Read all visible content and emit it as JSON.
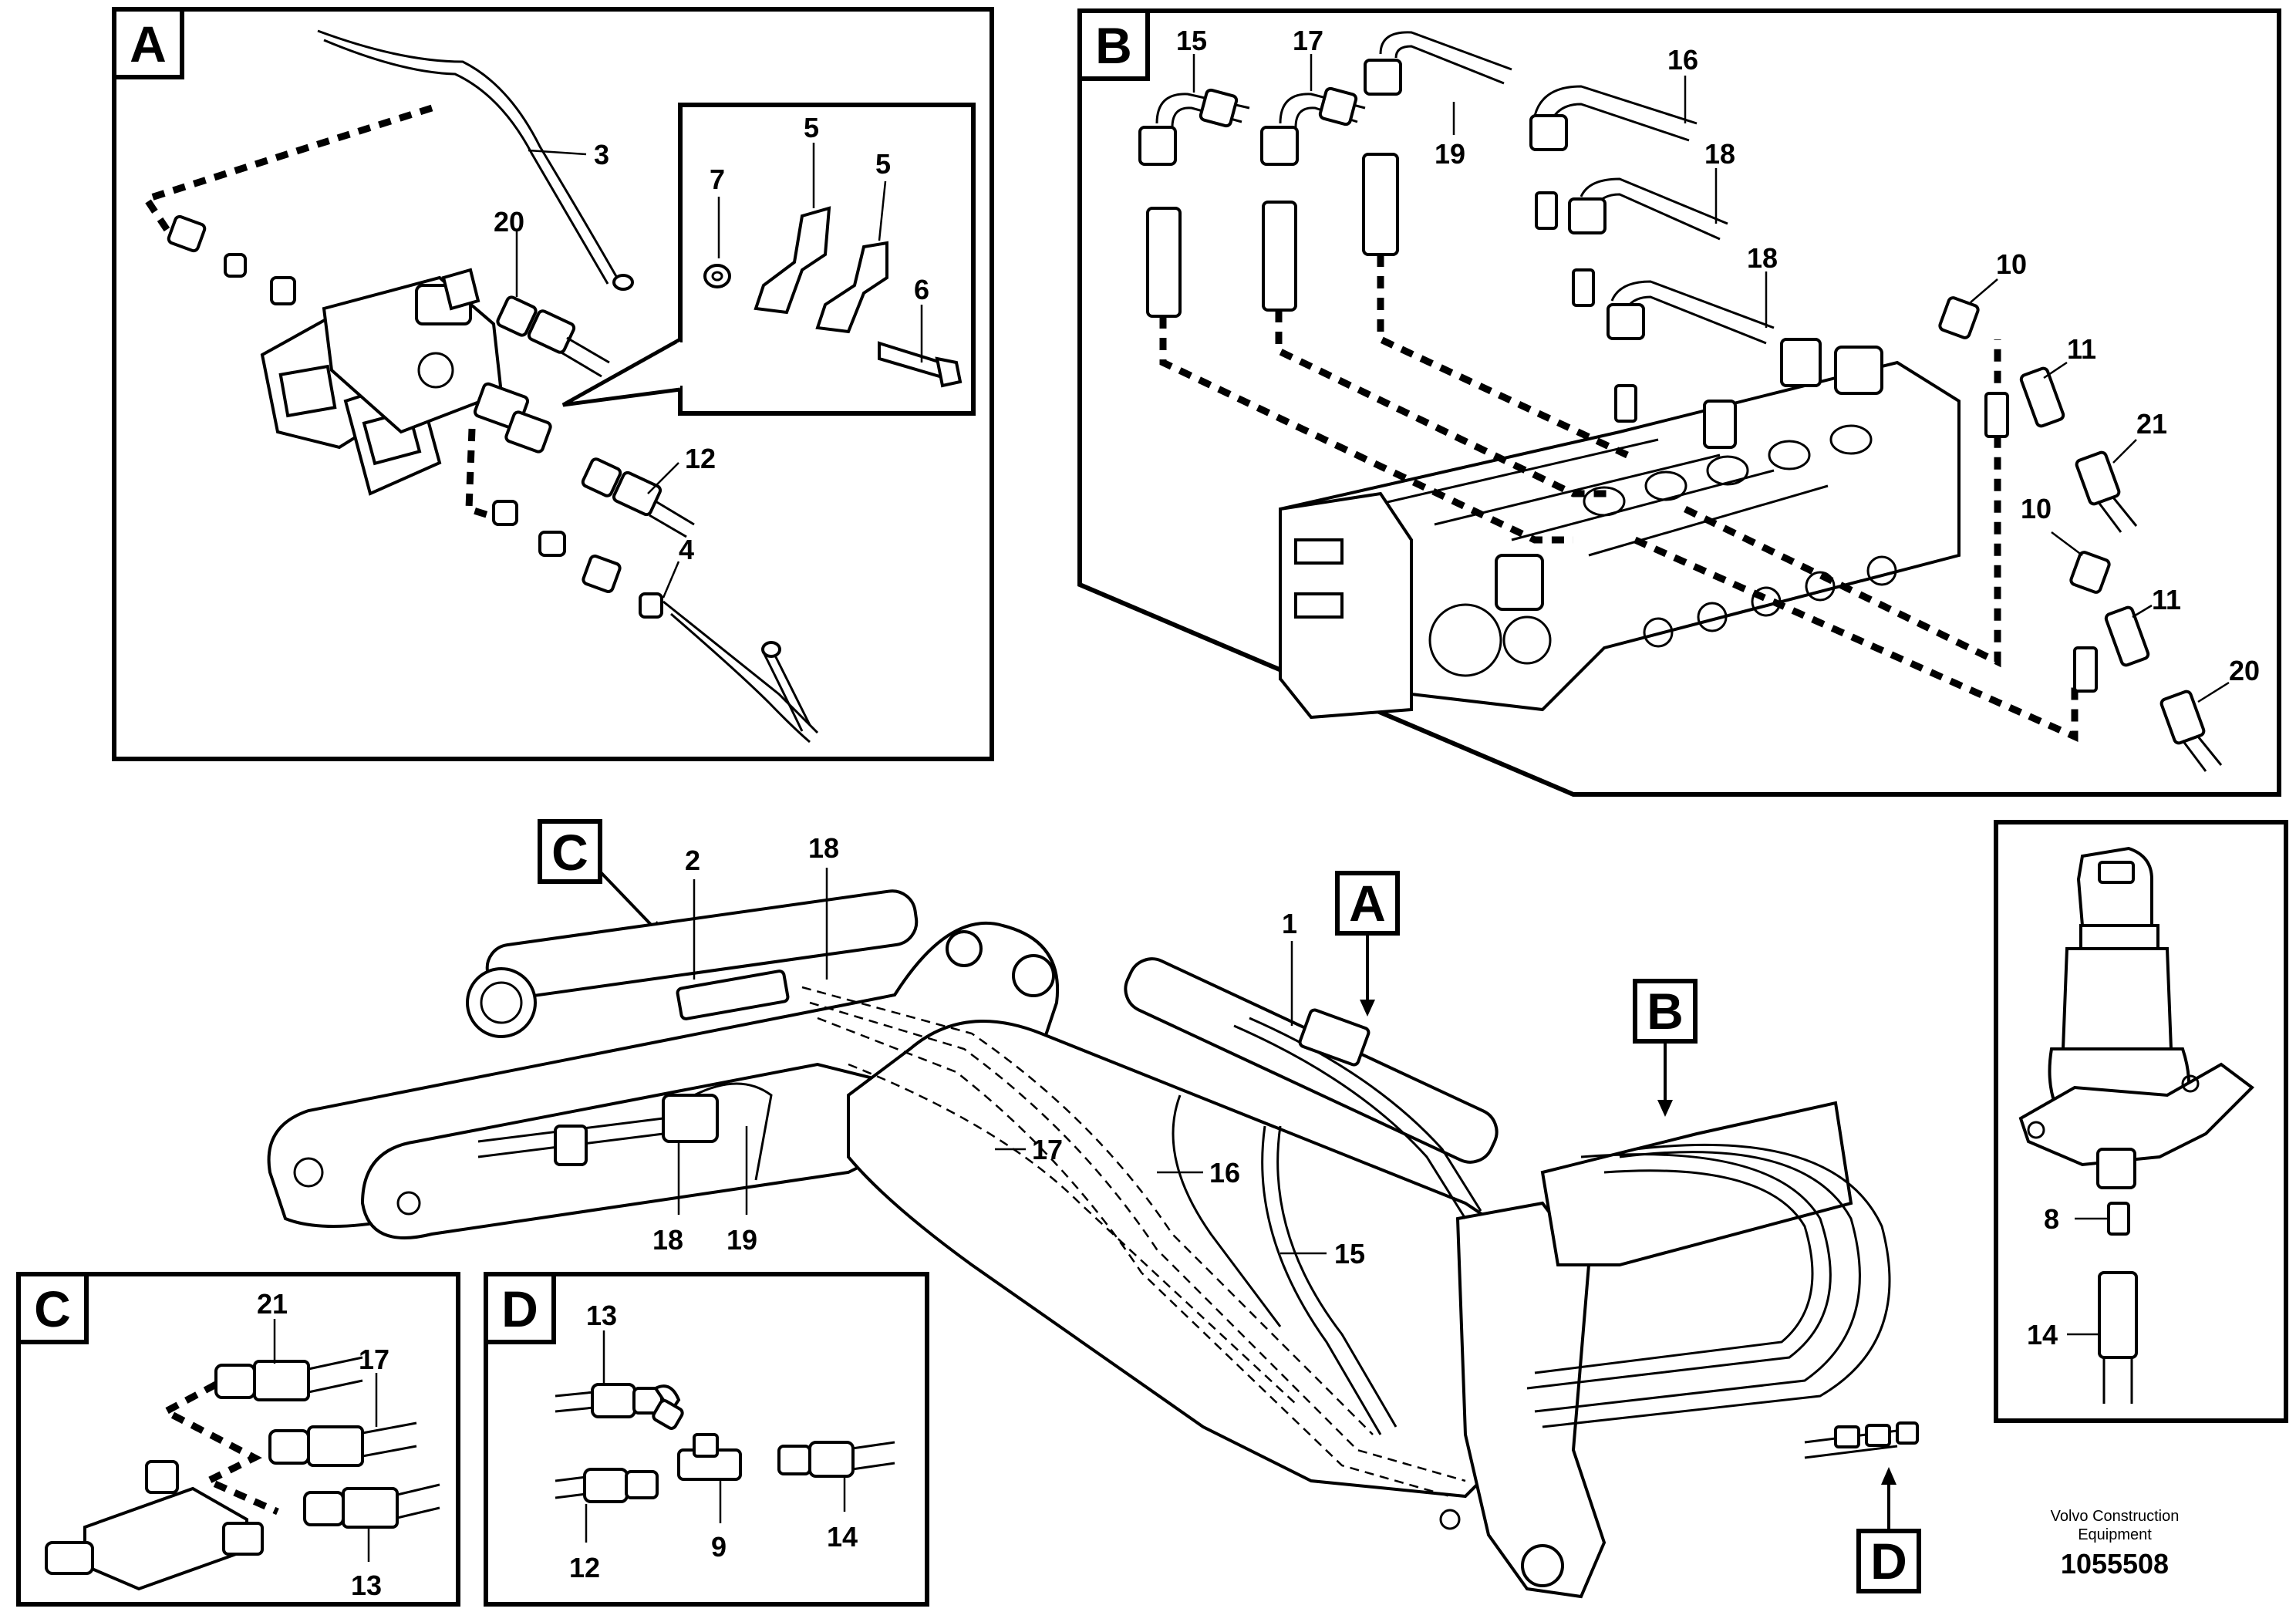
{
  "panels": {
    "A": {
      "letter": "A"
    },
    "B": {
      "letter": "B"
    },
    "C": {
      "letter": "C"
    },
    "D": {
      "letter": "D"
    }
  },
  "main_callouts": {
    "C": "C",
    "A": "A",
    "B": "B",
    "D": "D"
  },
  "labels": {
    "a3": "3",
    "a20": "20",
    "a12": "12",
    "a4": "4",
    "a7": "7",
    "a5a": "5",
    "a5b": "5",
    "a6": "6",
    "b15": "15",
    "b17": "17",
    "b16": "16",
    "b19": "19",
    "b18a": "18",
    "b18b": "18",
    "b10a": "10",
    "b11a": "11",
    "b21": "21",
    "b10b": "10",
    "b11b": "11",
    "b20": "20",
    "m2": "2",
    "m18a": "18",
    "m1": "1",
    "m17": "17",
    "m16": "16",
    "m15": "15",
    "m18b": "18",
    "m19": "19",
    "c21": "21",
    "c17": "17",
    "c13": "13",
    "d13": "13",
    "d12": "12",
    "d9": "9",
    "d14": "14",
    "s8": "8",
    "s14": "14"
  },
  "footer": {
    "line1": "Volvo Construction",
    "line2": "Equipment",
    "number": "1055508"
  }
}
